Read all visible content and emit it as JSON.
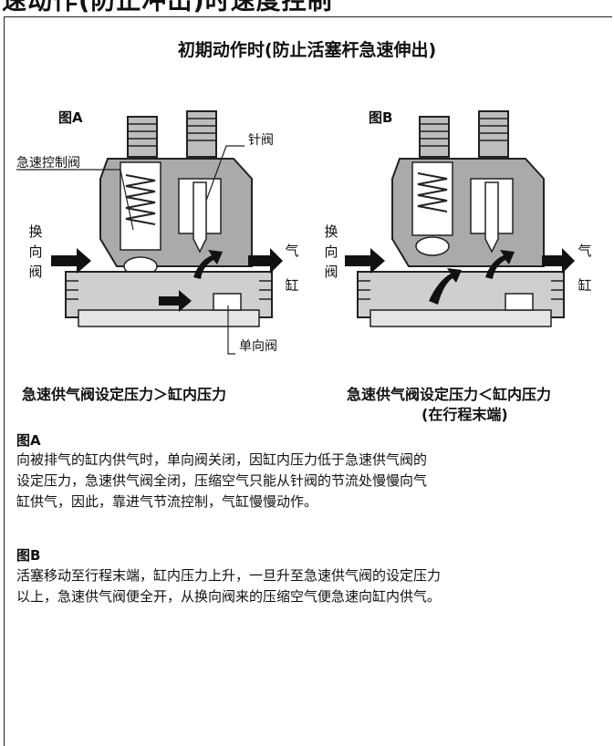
{
  "header": {
    "title": "速动作(防止冲出)时速度控制"
  },
  "panel": {
    "title": "初期动作时(防止活塞杆急速伸出)"
  },
  "figures": [
    {
      "label": "图A",
      "callouts": {
        "quick_valve": "急速控制阀",
        "needle_valve": "针阀",
        "check_valve": "单向阀"
      },
      "left_side": [
        "换",
        "向",
        "阀"
      ],
      "right_side": [
        "气",
        "缸"
      ],
      "caption": "急速供气阀设定压力＞缸内压力"
    },
    {
      "label": "图B",
      "left_side": [
        "换",
        "向",
        "阀"
      ],
      "right_side": [
        "气",
        "缸"
      ],
      "caption": "急速供气阀设定压力＜缸内压力",
      "caption_sub": "(在行程末端)"
    }
  ],
  "notes": [
    {
      "heading": "图A",
      "lines": [
        "向被排气的缸内供气时，单向阀关闭，因缸内压力低于急速供气阀的",
        "设定压力，急速供气阀全闭，压缩空气只能从针阀的节流处慢慢向气",
        "缸供气，因此，靠进气节流控制，气缸慢慢动作。"
      ]
    },
    {
      "heading": "图B",
      "lines": [
        "活塞移动至行程末端，缸内压力上升，一旦升至急速供气阀的设定压力",
        "以上，急速供气阀便全开，从换向阀来的压缩空气便急速向缸内供气。"
      ]
    }
  ]
}
